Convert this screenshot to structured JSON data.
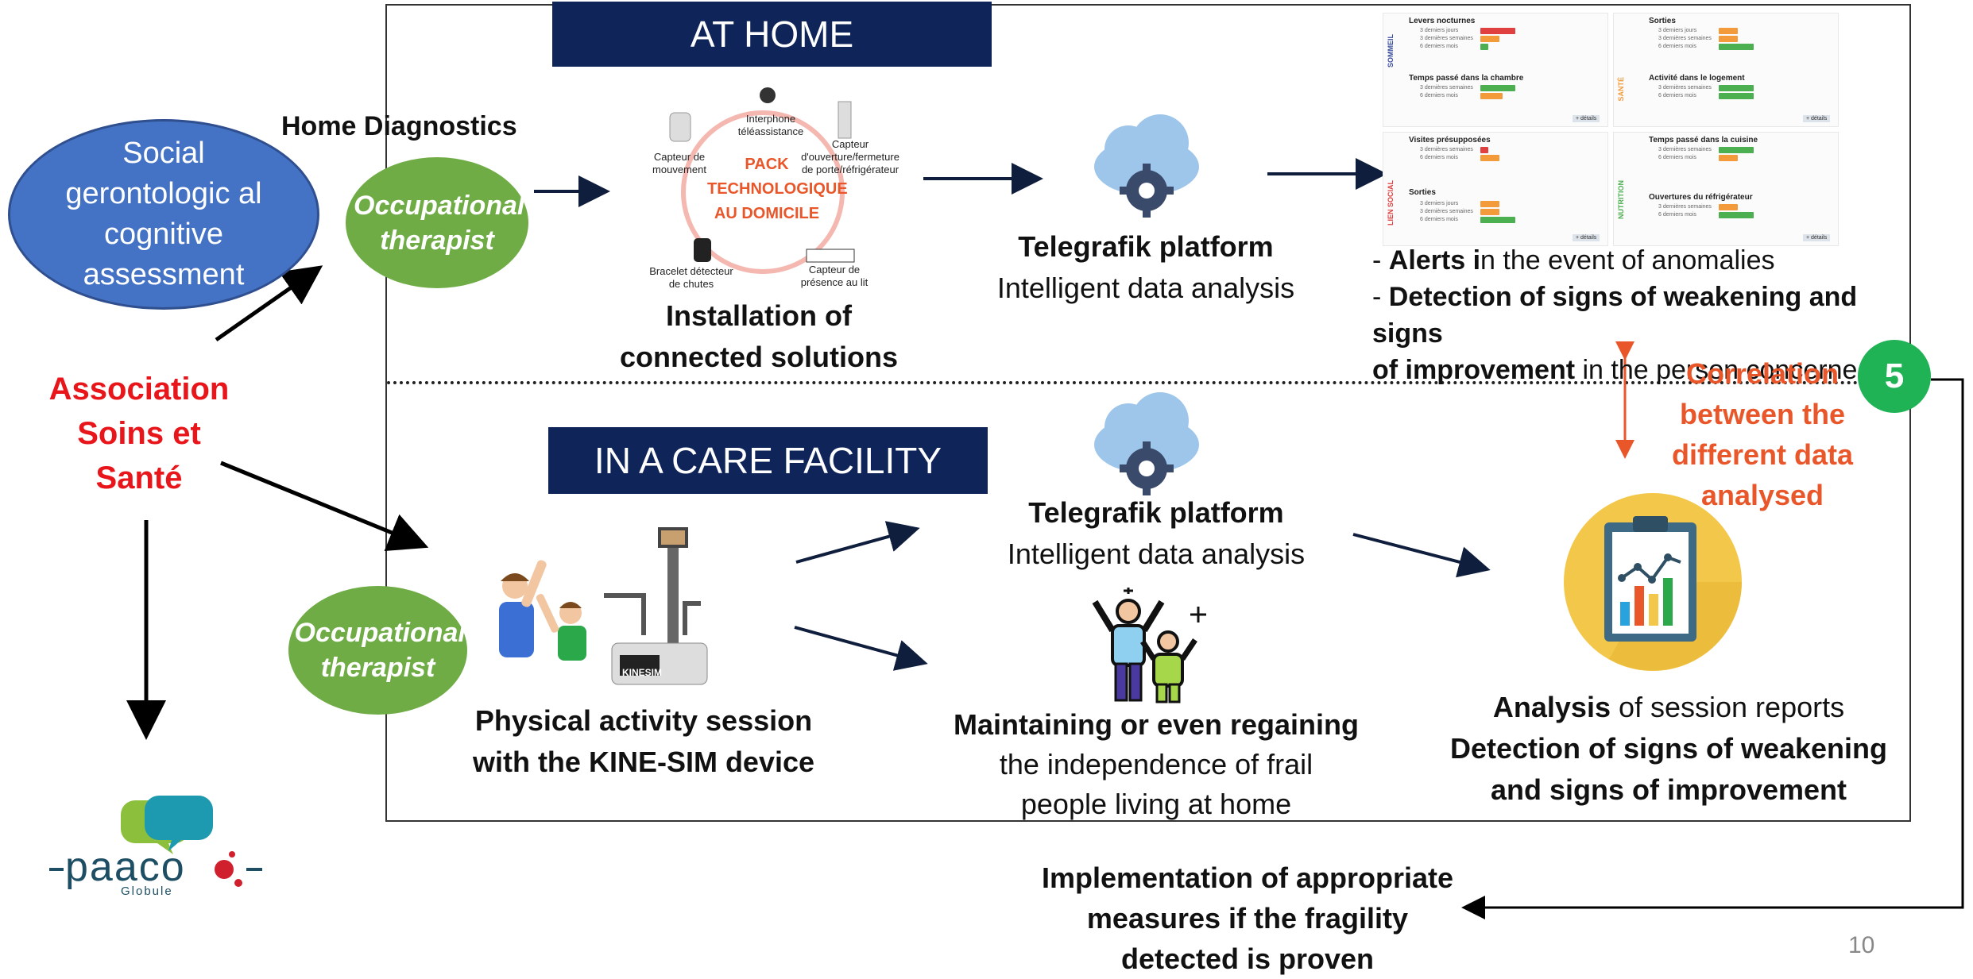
{
  "left": {
    "assessment": "Social gerontologic al cognitive assessment",
    "association": "Association Soins et Santé",
    "logo_text": "paaco",
    "logo_sub": "Globule"
  },
  "home": {
    "banner": "AT HOME",
    "diagnostics_label": "Home Diagnostics",
    "therapist": "Occupational therapist",
    "pack": {
      "title_line1": "PACK",
      "title_line2": "TECHNOLOGIQUE",
      "title_line3": "AU DOMICILE",
      "sensor_interphone": "Interphone téléassistance",
      "sensor_movement": "Capteur de mouvement",
      "sensor_door": "Capteur d'ouverture/fermeture de porte/réfrigérateur",
      "sensor_bracelet": "Bracelet détecteur de chutes",
      "sensor_bed": "Capteur de présence au lit"
    },
    "installation_line1": "Installation of",
    "installation_line2": "connected solutions",
    "platform_title": "Telegrafik  platform",
    "platform_sub": "Intelligent data analysis",
    "alerts_bold": "Alerts i",
    "alerts_rest": "n the event of anomalies",
    "detection_bold1": "Detection of signs of weakening and signs",
    "detection_bold2": "of improvement",
    "detection_rest": " in the person concerned",
    "dashboard": {
      "sommeil": "SOMMEIL",
      "sante": "SANTÉ",
      "lien_social": "LIEN SOCIAL",
      "nutrition": "NUTRITION",
      "levers": "Levers nocturnes",
      "temps_chambre": "Temps passé dans la chambre",
      "sorties": "Sorties",
      "activite": "Activité dans le logement",
      "visites": "Visites présupposées",
      "sorties2": "Sorties",
      "temps_cuisine": "Temps passé dans la cuisine",
      "ouvertures": "Ouvertures du réfrigérateur",
      "r3j": "3 derniers jours",
      "r3s": "3 dernières semaines",
      "r6m": "6 derniers mois",
      "details": "+ détails"
    }
  },
  "facility": {
    "banner": "IN A CARE FACILITY",
    "therapist": "Occupational therapist",
    "session_line1": "Physical activity session",
    "session_line2": "with the KINE-SIM device",
    "device_label": "KINESIM",
    "platform_title": "Telegrafik platform",
    "platform_sub": "Intelligent data analysis",
    "maintain_bold": "Maintaining or even regaining",
    "maintain_line2": "the independence of frail",
    "maintain_line3": "people living at home",
    "analysis_bold": "Analysis",
    "analysis_rest": " of session reports",
    "detection_line1": "Detection of signs of weakening",
    "detection_line2": "and signs of improvement"
  },
  "correlation": {
    "line1": "Correlation",
    "line2": "between the",
    "line3": "different data",
    "line4": "analysed",
    "step": "5"
  },
  "implementation": {
    "line1": "Implementation of appropriate",
    "line2": "measures if the fragility",
    "line3": "detected is proven"
  },
  "page_number": "10",
  "colors": {
    "navy": "#0f2459",
    "blue_ellipse": "#4472c4",
    "green_ellipse": "#6fac46",
    "red_text": "#e8161b",
    "orange_text": "#e8562a",
    "step_green": "#1fb356",
    "cloud_blue": "#9ec5ea",
    "gear_navy": "#3a4a6b"
  }
}
